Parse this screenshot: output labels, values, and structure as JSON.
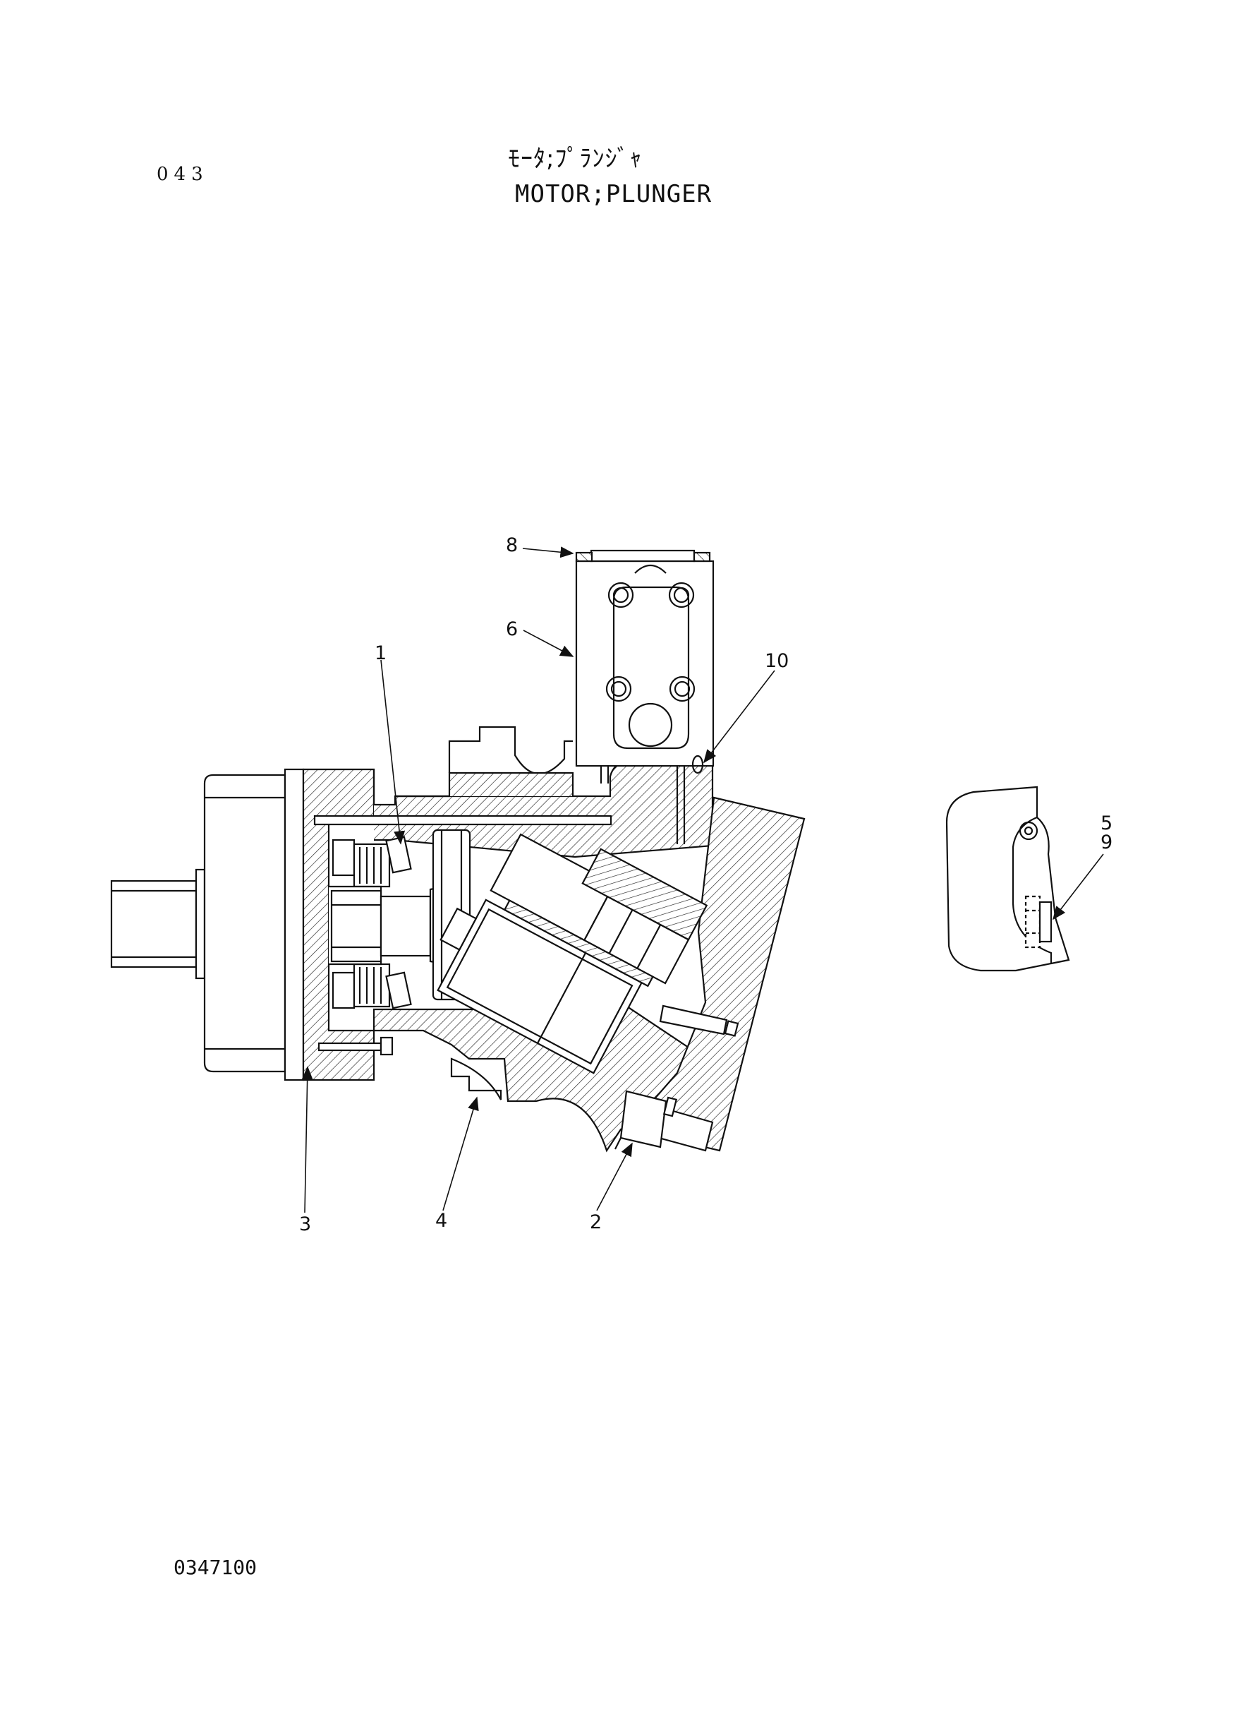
{
  "header": {
    "page_number": "043",
    "title_jp": "ﾓｰﾀ;ﾌﾟﾗﾝｼﾞｬ",
    "title_en": "MOTOR;PLUNGER"
  },
  "footer": {
    "drawing_number": "0347100"
  },
  "callouts": {
    "c1": "1",
    "c2": "2",
    "c3": "3",
    "c4": "4",
    "c5": "5",
    "c6": "6",
    "c8": "8",
    "c9": "9",
    "c10": "10"
  }
}
